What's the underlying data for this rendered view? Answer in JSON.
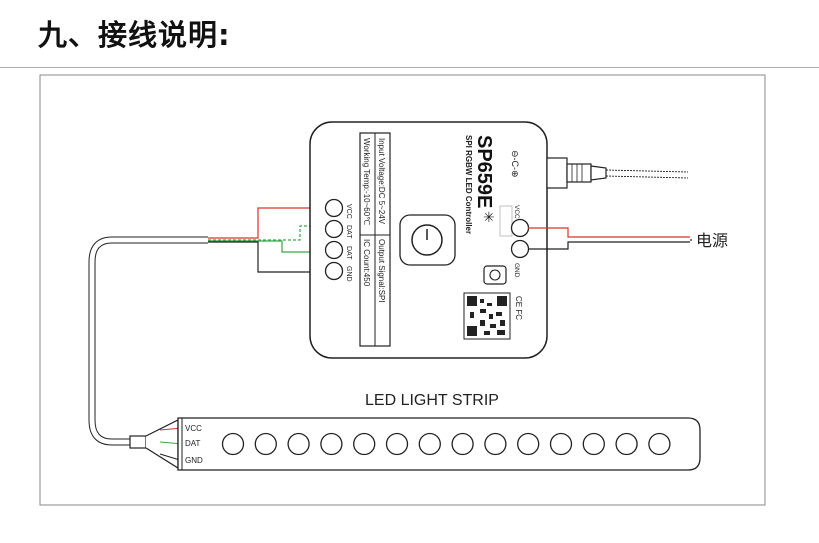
{
  "heading": "九、接线说明:",
  "controller": {
    "model": "SP659E",
    "subtitle": "SPI RGBW LED Controller",
    "spec_input_voltage": "Input Voltage:DC 5~24V",
    "spec_output_signal": "Output Signal:SPI",
    "spec_working_temp": "Working Temp:-10~60℃",
    "spec_ic_count": "IC Count:450",
    "pin_labels": [
      "VCC",
      "DAT",
      "DAT",
      "GND"
    ],
    "power_pin_labels": [
      "VCC",
      "GND"
    ],
    "polarity_label": "⊖-C-⊕",
    "cert_marks": "CE FC"
  },
  "power_label": "电源",
  "strip": {
    "title": "LED LIGHT STRIP",
    "pin_labels": [
      "VCC",
      "DAT",
      "GND"
    ],
    "led_count": 14
  },
  "colors": {
    "vcc_wire": "#d9342b",
    "dat_wire": "#3aa64a",
    "gnd_wire": "#222222",
    "outline": "#222222"
  }
}
